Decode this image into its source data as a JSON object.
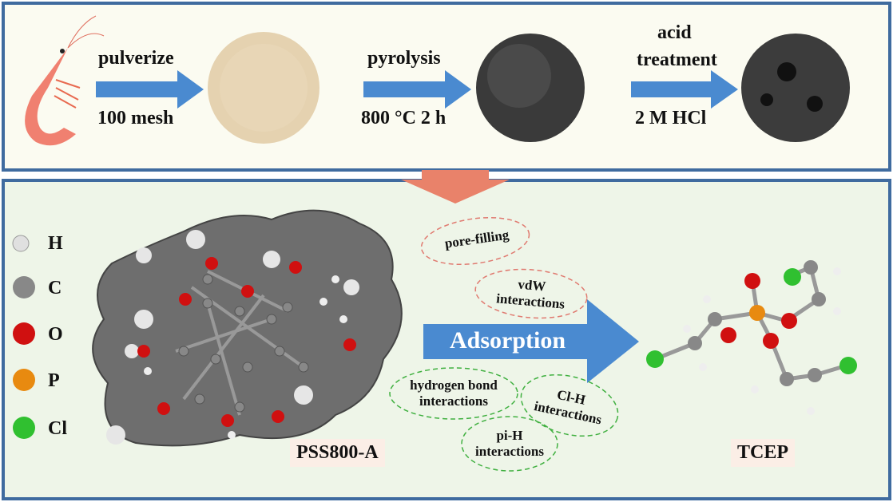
{
  "process": {
    "step1": {
      "top": "pulverize",
      "bottom": "100 mesh"
    },
    "step2": {
      "top": "pyrolysis",
      "bottom": "800 °C 2 h"
    },
    "step3": {
      "top_line1": "acid",
      "top_line2": "treatment",
      "bottom": "2 M HCl"
    }
  },
  "legend": [
    {
      "symbol": "H",
      "color": "#e8e8e8"
    },
    {
      "symbol": "C",
      "color": "#888888"
    },
    {
      "symbol": "O",
      "color": "#d01010"
    },
    {
      "symbol": "P",
      "color": "#e88a10"
    },
    {
      "symbol": "Cl",
      "color": "#30c030"
    }
  ],
  "adsorption_label": "Adsorption",
  "mechanisms": {
    "pore_filling": "pore-filling",
    "vdw": [
      "vdW",
      "interactions"
    ],
    "hbond": [
      "hydrogen bond",
      "interactions"
    ],
    "clh": [
      "Cl-H",
      "interactions"
    ],
    "pih": [
      "pi-H",
      "interactions"
    ]
  },
  "adsorbent_label": "PSS800-A",
  "adsorbate_label": "TCEP",
  "colors": {
    "border": "#3f6b9f",
    "arrow": "#4a8ad0",
    "down_arrow": "#e9826a"
  }
}
